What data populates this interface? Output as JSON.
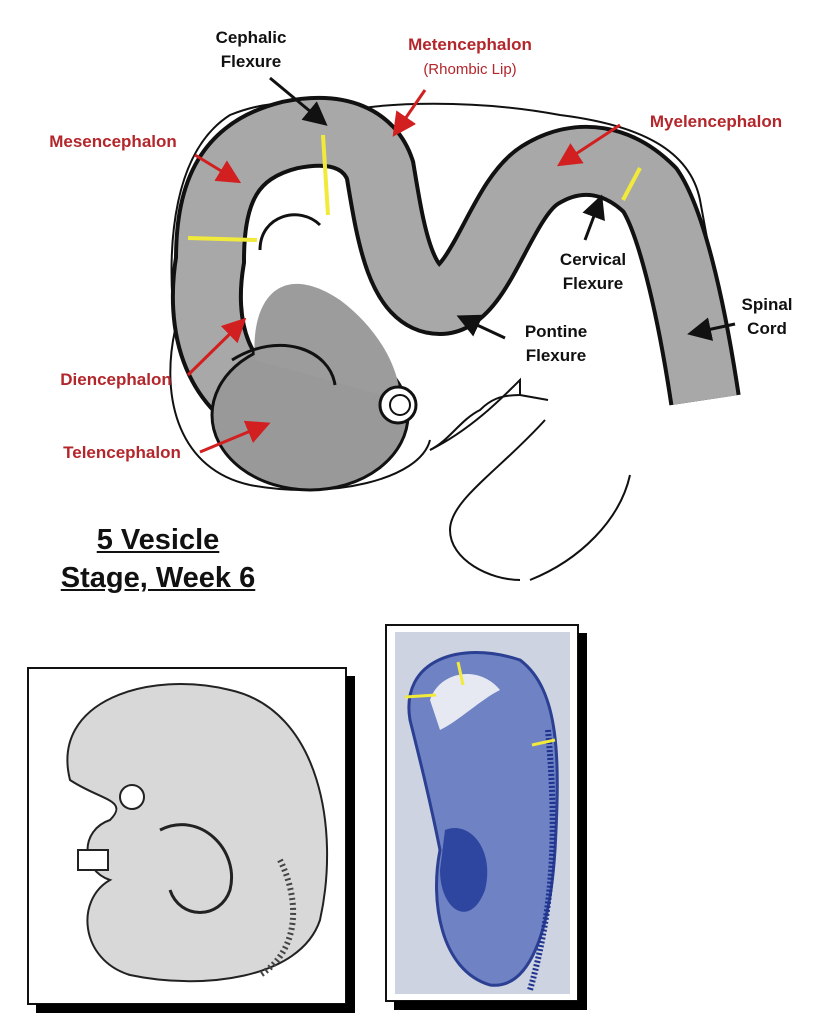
{
  "labels": {
    "cephalic_flexure": [
      "Cephalic",
      "Flexure"
    ],
    "metencephalon": "Metencephalon",
    "rhombic_lip": "(Rhombic Lip)",
    "mesencephalon": "Mesencephalon",
    "myelencephalon": "Myelencephalon",
    "cervical_flexure": [
      "Cervical",
      "Flexure"
    ],
    "spinal_cord": [
      "Spinal",
      "Cord"
    ],
    "pontine_flexure": [
      "Pontine",
      "Flexure"
    ],
    "diencephalon": "Diencephalon",
    "telencephalon": "Telencephalon"
  },
  "title": [
    "5 Vesicle",
    "Stage, Week 6"
  ],
  "colors": {
    "region_label": "#b3262b",
    "boundary": "#f2ea3a",
    "stain": "#3f55a8",
    "tissue": "#9a9a9a"
  }
}
